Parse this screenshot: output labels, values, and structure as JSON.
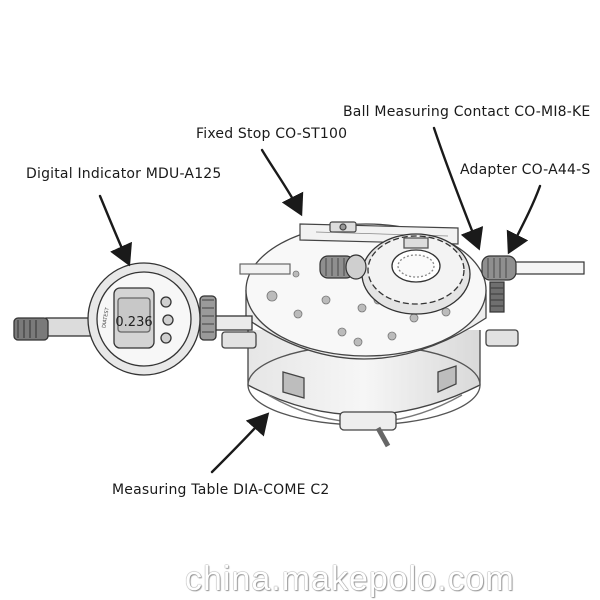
{
  "labels": {
    "ball_contact": "Ball Measuring Contact CO-MI8-KE",
    "fixed_stop": "Fixed Stop CO-ST100",
    "adapter": "Adapter CO-A44-S",
    "digital_indicator": "Digital Indicator MDU-A125",
    "measuring_table": "Measuring Table DIA-COME C2"
  },
  "indicator_display": {
    "reading": "0.236",
    "brand": "DIATEST"
  },
  "watermark": "china.makepolo.com"
}
